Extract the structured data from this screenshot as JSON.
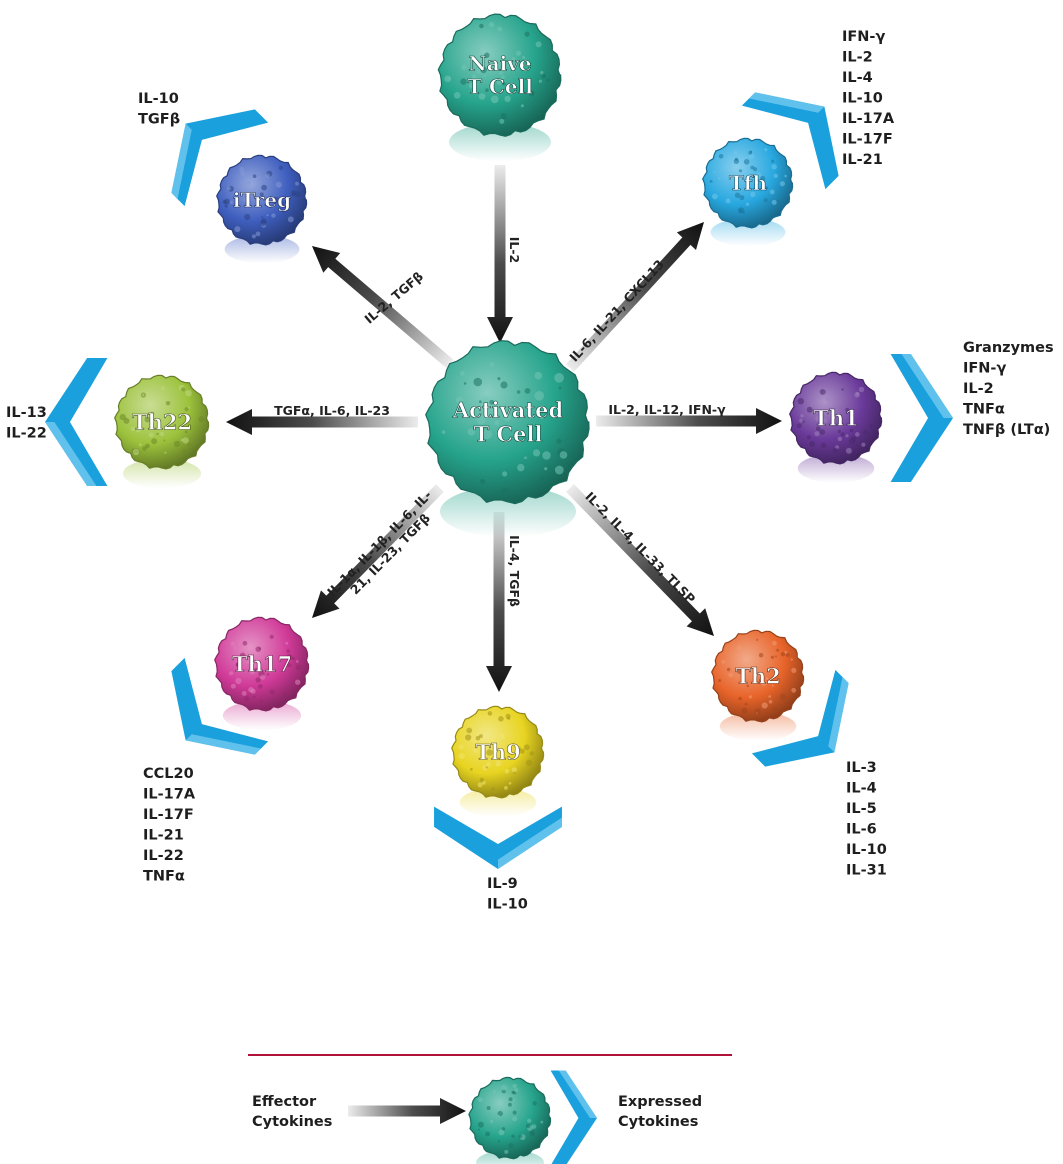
{
  "cells": {
    "naive": {
      "label": [
        "Naive",
        "T Cell"
      ],
      "color": "#26a48c"
    },
    "activated": {
      "label": [
        "Activated",
        "T Cell"
      ],
      "color": "#26a48c"
    },
    "itreg": {
      "label": [
        "iTreg"
      ],
      "color": "#3f5fbf"
    },
    "tfh": {
      "label": [
        "Tfh"
      ],
      "color": "#28a8e0"
    },
    "th22": {
      "label": [
        "Th22"
      ],
      "color": "#9cc23c"
    },
    "th1": {
      "label": [
        "Th1"
      ],
      "color": "#6a3a9a"
    },
    "th17": {
      "label": [
        "Th17"
      ],
      "color": "#d03a98"
    },
    "th9": {
      "label": [
        "Th9"
      ],
      "color": "#e8d421"
    },
    "th2": {
      "label": [
        "Th2"
      ],
      "color": "#e8642a"
    },
    "legend": {
      "label": [],
      "color": "#26a48c"
    }
  },
  "effector_labels": {
    "naive_to_activated": [
      "IL-2"
    ],
    "to_itreg": [
      "IL-2, TGFβ"
    ],
    "to_tfh": [
      "IL-6, IL-21, CXCL13"
    ],
    "to_th22": [
      "TGFα, IL-6, IL-23"
    ],
    "to_th1": [
      "IL-2, IL-12, IFN-γ"
    ],
    "to_th17": [
      "IL-1α, IL-1β, IL-6, IL-",
      "21, IL-23, TGFβ"
    ],
    "to_th9": [
      "IL-4, TGFβ"
    ],
    "to_th2": [
      "IL-2, IL-4, IL-33, TLSP"
    ]
  },
  "expressed_cytokines": {
    "itreg": [
      "IL-10",
      "TGFβ"
    ],
    "tfh": [
      "IFN-γ",
      "IL-2",
      "IL-4",
      "IL-10",
      "IL-17A",
      "IL-17F",
      "IL-21"
    ],
    "th22": [
      "IL-13",
      "IL-22"
    ],
    "th1": [
      "Granzymes",
      "IFN-γ",
      "IL-2",
      "TNFα",
      "TNFβ (LTα)"
    ],
    "th17": [
      "CCL20",
      "IL-17A",
      "IL-17F",
      "IL-21",
      "IL-22",
      "TNFα"
    ],
    "th9": [
      "IL-9",
      "IL-10"
    ],
    "th2": [
      "IL-3",
      "IL-4",
      "IL-5",
      "IL-6",
      "IL-10",
      "IL-31"
    ]
  },
  "legend": {
    "effector": [
      "Effector",
      "Cytokines"
    ],
    "expressed": [
      "Expressed",
      "Cytokines"
    ]
  },
  "colors": {
    "chevron": "#1aa0dc",
    "arrow": "#111111",
    "divider": "#b0123a"
  }
}
